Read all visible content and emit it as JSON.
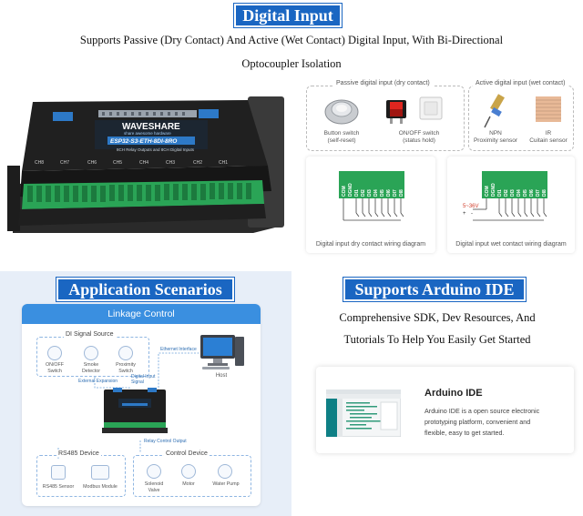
{
  "digital_input": {
    "title": "Digital Input",
    "subtitle_line1": "Supports Passive (Dry Contact) And Active (Wet Contact) Digital Input, With Bi-Directional",
    "subtitle_line2": "Optocoupler Isolation",
    "device": {
      "brand": "WAVESHARE",
      "tagline": "share awesome hardware",
      "model": "ESP32-S3-ETH-8DI-8RO",
      "description": "8CH Relay Outputs and 8CH Digital Inputs",
      "channels": [
        "CH8",
        "CH7",
        "CH6",
        "CH5",
        "CH4",
        "CH3",
        "CH2",
        "CH1"
      ]
    },
    "passive_panel": {
      "title": "Passive digital input (dry contact)",
      "items": [
        {
          "line1": "Button switch",
          "line2": "(self-reset)"
        },
        {
          "line1": "ON/OFF switch",
          "line2": "(status hold)"
        }
      ]
    },
    "active_panel": {
      "title": "Active digital input (wet contact)",
      "items": [
        {
          "line1": "NPN",
          "line2": "Proximity sensor"
        },
        {
          "line1": "IR",
          "line2": "Cuitain sensor"
        }
      ]
    },
    "wiring": {
      "pins": [
        "COM",
        "DGND",
        "DI1",
        "DI2",
        "DI3",
        "DI4",
        "DI5",
        "DI6",
        "DI7",
        "DI8"
      ],
      "dry_caption": "Digital input dry contact wiring diagram",
      "wet_caption": "Digital input wet contact wiring diagram",
      "voltage": "5~36V",
      "plus": "+",
      "minus": "-"
    }
  },
  "application": {
    "title": "Application Scenarios",
    "card_title": "Linkage Control",
    "di_source": {
      "title": "DI Signal Source",
      "items": [
        {
          "line1": "ON/OFF",
          "line2": "Switch"
        },
        {
          "line1": "Smoke",
          "line2": "Detector"
        },
        {
          "line1": "Proximity",
          "line2": "Switch"
        }
      ]
    },
    "digital_input_signal": {
      "line1": "Digital Input",
      "line2": "Signal"
    },
    "ethernet_interface": "Ethernet Interface",
    "host": "Host",
    "external_expansion": "External Expansion",
    "relay_control_output": "Relay Control Output",
    "rs485": {
      "title": "RS485 Device",
      "items": [
        {
          "line1": "RS485 Sensor",
          "line2": ""
        },
        {
          "line1": "Modbus Module",
          "line2": ""
        }
      ]
    },
    "control": {
      "title": "Control Device",
      "items": [
        {
          "line1": "Solenoid",
          "line2": "Valve"
        },
        {
          "line1": "Motor",
          "line2": ""
        },
        {
          "line1": "Water Pump",
          "line2": ""
        }
      ]
    }
  },
  "arduino": {
    "title": "Supports Arduino IDE",
    "line1": "Comprehensive SDK, Dev Resources, And",
    "line2": "Tutorials To Help You Easily Get Started",
    "ide_title": "Arduino IDE",
    "ide_desc1": "Arduino IDE is a open source electronic",
    "ide_desc2": "prototyping platform, convenient and",
    "ide_desc3": "flexible, easy to get started."
  }
}
